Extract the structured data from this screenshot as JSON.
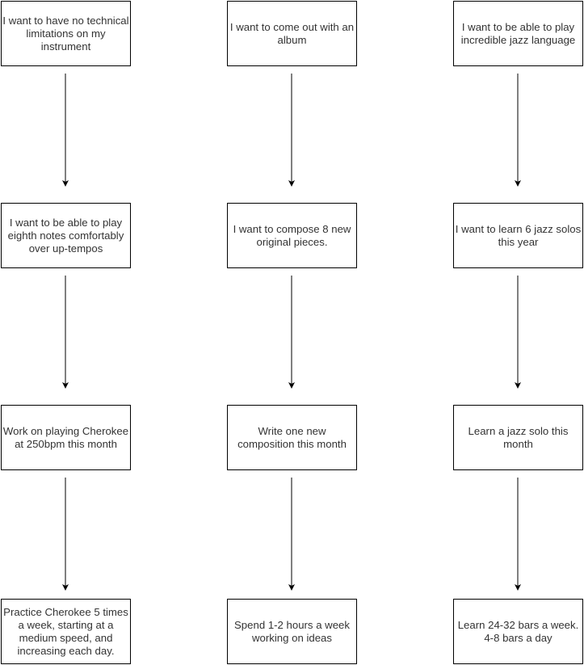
{
  "diagram": {
    "columns": [
      {
        "goal": "I want to have no technical limitations on my instrument",
        "yearly": "I want to be able to play eighth notes comfortably over up-tempos",
        "monthly": "Work on playing Cherokee at 250bpm this month",
        "weekly": "Practice Cherokee 5 times a week, starting at a medium speed, and increasing each day."
      },
      {
        "goal": "I want to come out with an album",
        "yearly": "I want to compose 8 new original pieces.",
        "monthly": "Write one new composition this month",
        "weekly": "Spend 1-2 hours a week working on ideas"
      },
      {
        "goal": "I want to be able to play incredible jazz language",
        "yearly": "I want to learn 6 jazz solos this year",
        "monthly": "Learn a jazz solo this month",
        "weekly": "Learn 24-32 bars a week. 4-8 bars a day"
      }
    ],
    "colors": {
      "border": "#000000",
      "text": "#333333",
      "edge": "#000000",
      "background": "#ffffff"
    }
  }
}
